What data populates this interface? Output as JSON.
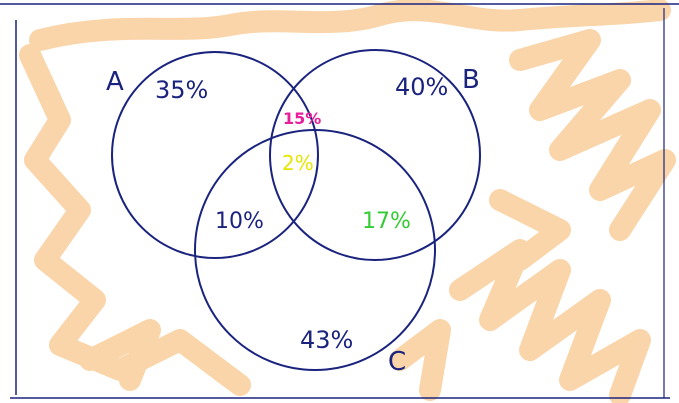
{
  "diagram": {
    "sets": [
      {
        "id": "A",
        "label": "A"
      },
      {
        "id": "B",
        "label": "B"
      },
      {
        "id": "C",
        "label": "C"
      }
    ],
    "regions": [
      {
        "id": "a_only",
        "text": "35%",
        "color": "#1a237e"
      },
      {
        "id": "b_only",
        "text": "40%",
        "color": "#1a237e"
      },
      {
        "id": "ab_only",
        "text": "15%",
        "color": "#e91e9b"
      },
      {
        "id": "abc",
        "text": "2%",
        "color": "#e6e600"
      },
      {
        "id": "ac_only",
        "text": "10%",
        "color": "#1a237e"
      },
      {
        "id": "bc_only",
        "text": "17%",
        "color": "#33cc33"
      },
      {
        "id": "c_only",
        "text": "43%",
        "color": "#1a237e"
      }
    ],
    "colors": {
      "circle": "#1a237e",
      "watermark": "#fad3a6",
      "frame": "#1a237e"
    }
  }
}
